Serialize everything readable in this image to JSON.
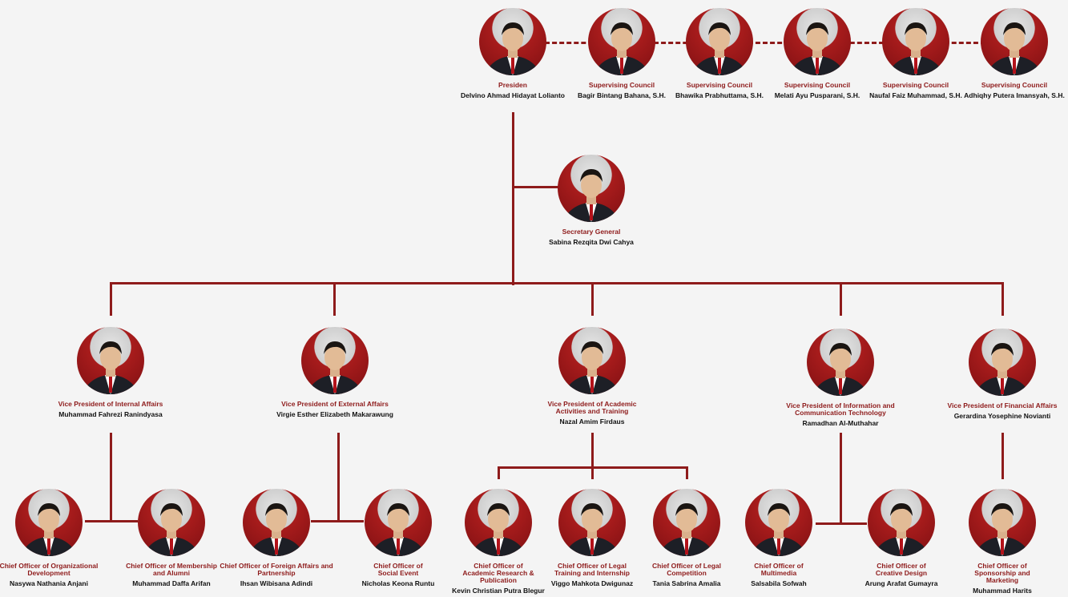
{
  "top": [
    {
      "role": "Presiden",
      "name": "Delvino Ahmad Hidayat Lolianto"
    },
    {
      "role": "Supervising Council",
      "name": "Bagir Bintang Bahana, S.H."
    },
    {
      "role": "Supervising Council",
      "name": "Bhawika Prabhuttama, S.H."
    },
    {
      "role": "Supervising Council",
      "name": "Melati Ayu Pusparani, S.H."
    },
    {
      "role": "Supervising Council",
      "name": "Naufal Faiz Muhammad, S.H."
    },
    {
      "role": "Supervising Council",
      "name": "Adhiqhy Putera Imansyah, S.H."
    }
  ],
  "secretary": {
    "role": "Secretary General",
    "name": "Sabina Rezqita Dwi Cahya"
  },
  "vps": [
    {
      "role": "Vice President of Internal Affairs",
      "name": "Muhammad Fahrezi Ranindyasa"
    },
    {
      "role": "Vice President of External Affairs",
      "name": "Virgie Esther Elizabeth Makarawung"
    },
    {
      "role": "Vice President of Academic Activities and Training",
      "name": "Nazal Amim Firdaus"
    },
    {
      "role": "Vice President of Information and Communication Technology",
      "name": "Ramadhan Al-Muthahar"
    },
    {
      "role": "Vice President of Financial Affairs",
      "name": "Gerardina Yosephine Novianti"
    }
  ],
  "chiefs": [
    {
      "role": "Chief Officer of Organizational Development",
      "name": "Nasywa Nathania Anjani"
    },
    {
      "role": "Chief Officer of Membership and Alumni",
      "name": "Muhammad Daffa Arifan"
    },
    {
      "role": "Chief Officer of Foreign Affairs and Partnership",
      "name": "Ihsan Wibisana Adindi"
    },
    {
      "role": "Chief Officer of Social Event",
      "name": "Nicholas Keona Runtu"
    },
    {
      "role": "Chief Officer of Academic Research & Publication",
      "name": "Kevin Christian Putra Blegur"
    },
    {
      "role": "Chief Officer of Legal Training and Internship",
      "name": "Viggo Mahkota Dwigunaz"
    },
    {
      "role": "Chief Officer of Legal Competition",
      "name": "Tania Sabrina Amalia"
    },
    {
      "role": "Chief Officer of Multimedia",
      "name": "Salsabila Sofwah"
    },
    {
      "role": "Chief Officer of Creative Design",
      "name": "Arung Arafat Gumayra"
    },
    {
      "role": "Chief Officer of Sponsorship and Marketing",
      "name": "Muhammad Harits"
    }
  ]
}
